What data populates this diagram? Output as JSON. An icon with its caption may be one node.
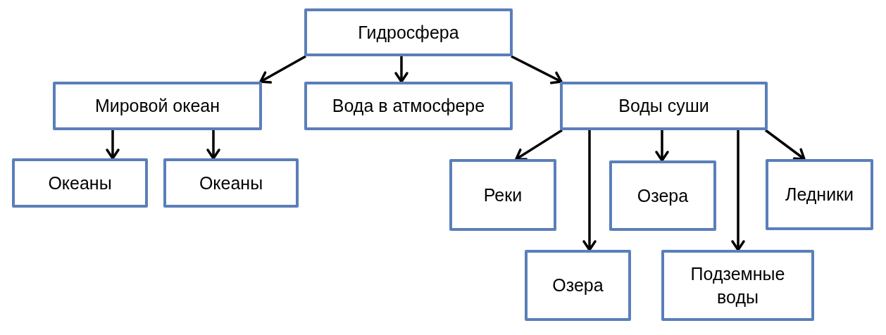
{
  "diagram": {
    "nodes": [
      {
        "text": [
          "Гидросфера"
        ]
      },
      {
        "text": [
          "Мировой океан"
        ]
      },
      {
        "text": [
          "Вода в атмосфере"
        ]
      },
      {
        "text": [
          "Воды суши"
        ]
      },
      {
        "text": [
          "Океаны"
        ]
      },
      {
        "text": [
          "Океаны"
        ]
      },
      {
        "text": [
          "Реки"
        ]
      },
      {
        "text": [
          "Озера"
        ]
      },
      {
        "text": [
          "Ледники"
        ]
      },
      {
        "text": [
          "Озера"
        ]
      },
      {
        "text": [
          "Подземные воды"
        ]
      }
    ],
    "edges": [
      {
        "from": 0,
        "to": 1,
        "arrow": "to"
      },
      {
        "from": 0,
        "to": 2,
        "arrow": "to"
      },
      {
        "from": 0,
        "to": 3,
        "arrow": "to"
      },
      {
        "from": 1,
        "to": 4,
        "arrow": "to"
      },
      {
        "from": 1,
        "to": 5,
        "arrow": "to"
      },
      {
        "from": 3,
        "to": 6,
        "arrow": "to"
      },
      {
        "from": 3,
        "to": 7,
        "arrow": "to"
      },
      {
        "from": 3,
        "to": 8,
        "arrow": "to"
      },
      {
        "from": 3,
        "to": 9,
        "arrow": "to"
      },
      {
        "from": 3,
        "to": 10,
        "arrow": "to"
      }
    ]
  }
}
